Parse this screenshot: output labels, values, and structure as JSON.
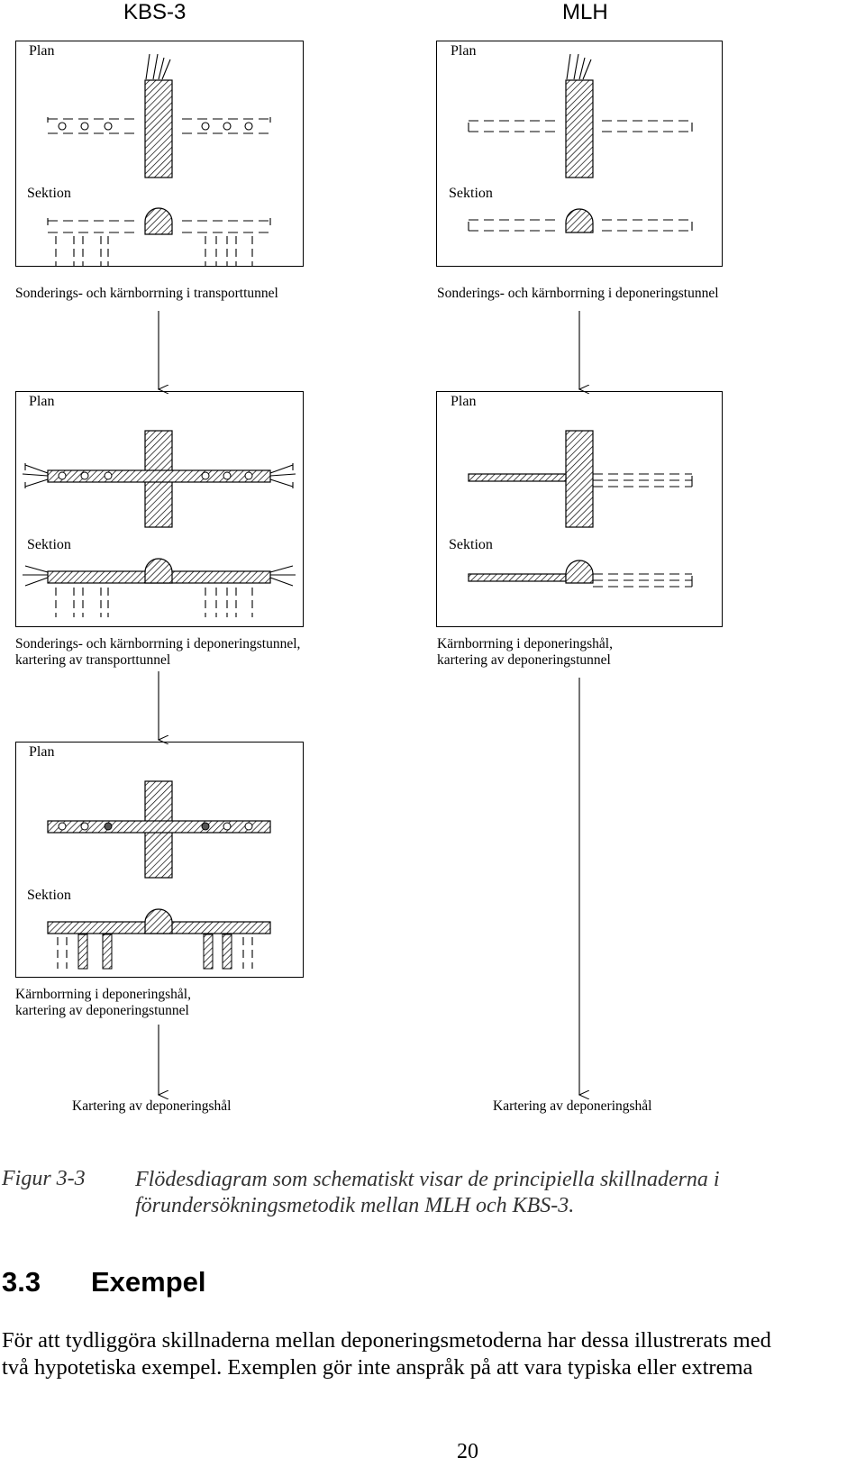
{
  "columns": {
    "left": "KBS-3",
    "right": "MLH"
  },
  "panels": {
    "plan_label": "Plan",
    "sektion_label": "Sektion"
  },
  "captions": {
    "l1_line1": "Sonderings- och kärnborrning i transporttunnel",
    "r1_line1": "Sonderings- och kärnborrning i deponeringstunnel",
    "l2_line1": "Sonderings- och kärnborrning i deponeringstunnel,",
    "l2_line2": "kartering av transporttunnel",
    "r2_line1": "Kärnborrning i deponeringshål,",
    "r2_line2": "kartering av deponeringstunnel",
    "l3_line1": "Kärnborrning i deponeringshål,",
    "l3_line2": "kartering av deponeringstunnel"
  },
  "final": {
    "left": "Kartering av deponeringshål",
    "right": "Kartering av deponeringshål"
  },
  "figure": {
    "label": "Figur 3-3",
    "line1": "Flödesdiagram som schematiskt visar de principiella skillnaderna i",
    "line2": "förundersökningsmetodik mellan MLH och KBS-3."
  },
  "section": {
    "number": "3.3",
    "title": "Exempel"
  },
  "body": {
    "line1": "För att tydliggöra skillnaderna mellan deponeringsmetoderna har dessa illustrerats med",
    "line2": "två hypotetiska exempel. Exemplen gör inte anspråk på att vara typiska eller extrema"
  },
  "page_number": "20"
}
